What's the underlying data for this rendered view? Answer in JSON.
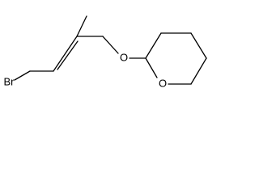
{
  "molecule": {
    "atoms": {
      "br": "Br",
      "o_ether": "O",
      "o_ring": "O"
    }
  },
  "colors": {
    "background": "#ffffff",
    "bond": "#000000",
    "text": "#000000"
  }
}
